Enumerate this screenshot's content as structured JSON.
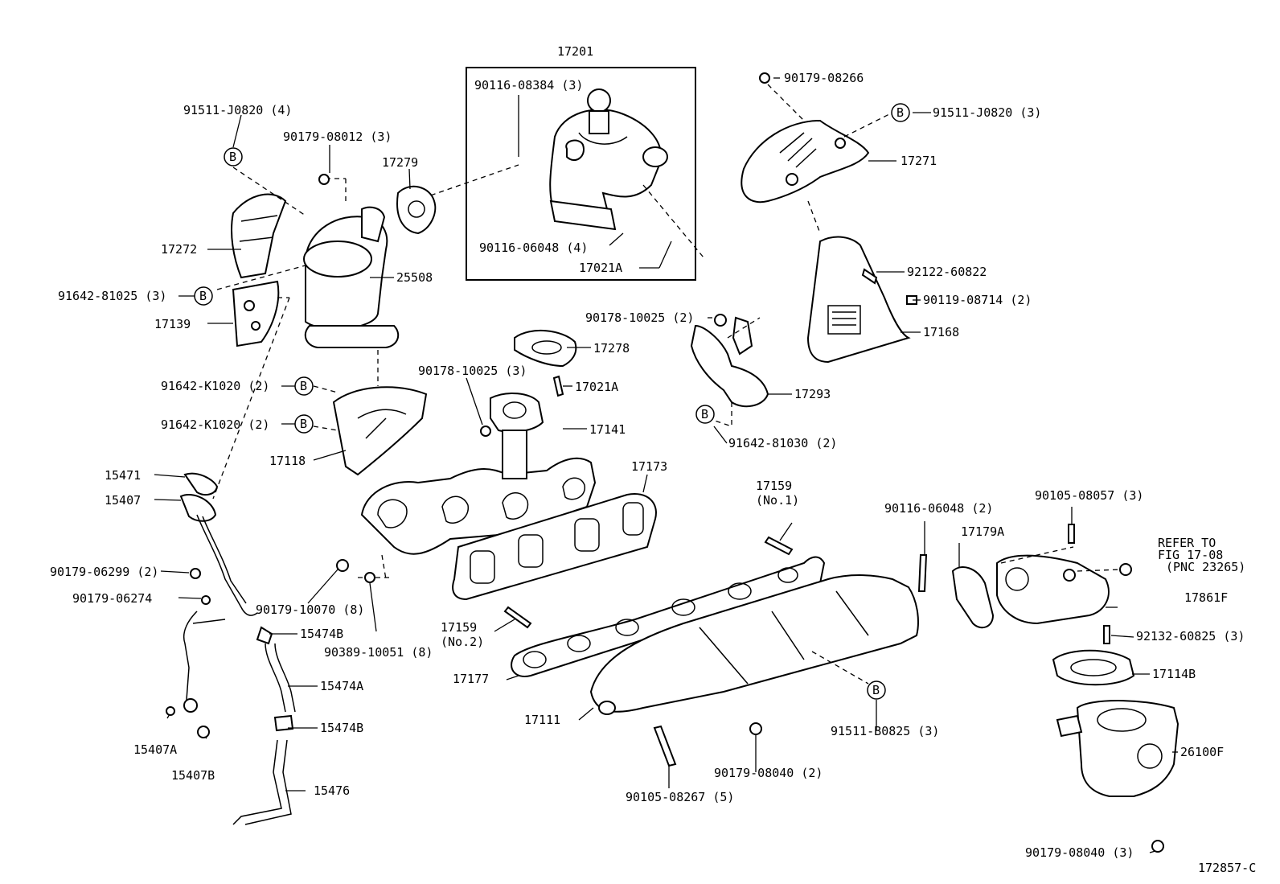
{
  "diagram_id": "172857-C",
  "labels": {
    "l_17201": "17201",
    "l_90116_08384": "90116-08384 (3)",
    "l_90116_06048_4": "90116-06048 (4)",
    "l_17021A_a": "17021A",
    "l_90179_08266": "90179-08266",
    "l_91511_J0820_3": "91511-J0820 (3)",
    "l_17271": "17271",
    "l_92122_60822": "92122-60822",
    "l_90119_08714": "90119-08714 (2)",
    "l_17168": "17168",
    "l_90178_10025_2": "90178-10025 (2)",
    "l_17293": "17293",
    "l_91642_81030": "91642-81030 (2)",
    "l_91511_J0820_4": "91511-J0820 (4)",
    "l_90179_08012": "90179-08012 (3)",
    "l_17279": "17279",
    "l_17272": "17272",
    "l_25508": "25508",
    "l_91642_81025": "91642-81025 (3)",
    "l_17139": "17139",
    "l_17278": "17278",
    "l_90178_10025_3": "90178-10025 (3)",
    "l_17021A_b": "17021A",
    "l_17141": "17141",
    "l_91642_K1020_a": "91642-K1020 (2)",
    "l_91642_K1020_b": "91642-K1020 (2)",
    "l_17118": "17118",
    "l_17173": "17173",
    "l_15471": "15471",
    "l_15407": "15407",
    "l_90179_06299": "90179-06299 (2)",
    "l_90179_06274": "90179-06274",
    "l_90179_10070": "90179-10070 (8)",
    "l_15474B_a": "15474B",
    "l_90389_10051": "90389-10051 (8)",
    "l_15474A": "15474A",
    "l_15474B_b": "15474B",
    "l_15476": "15476",
    "l_15407A": "15407A",
    "l_15407B": "15407B",
    "l_17159_no2": "17159",
    "l_no2": "(No.2)",
    "l_17159_no1": "17159",
    "l_no1": "(No.1)",
    "l_17177": "17177",
    "l_17111": "17111",
    "l_90105_08267": "90105-08267 (5)",
    "l_90179_08040_2": "90179-08040 (2)",
    "l_91511_B0825": "91511-B0825 (3)",
    "l_90116_06048_2": "90116-06048 (2)",
    "l_17179A": "17179A",
    "l_90105_08057": "90105-08057 (3)",
    "l_refer_to": "REFER TO",
    "l_fig": "FIG 17-08",
    "l_pnc": "(PNC 23265)",
    "l_17861F": "17861F",
    "l_92132_60825": "92132-60825 (3)",
    "l_17114B": "17114B",
    "l_26100F": "26100F",
    "l_90179_08040_3": "90179-08040 (3)"
  },
  "bolt_marker": "B"
}
